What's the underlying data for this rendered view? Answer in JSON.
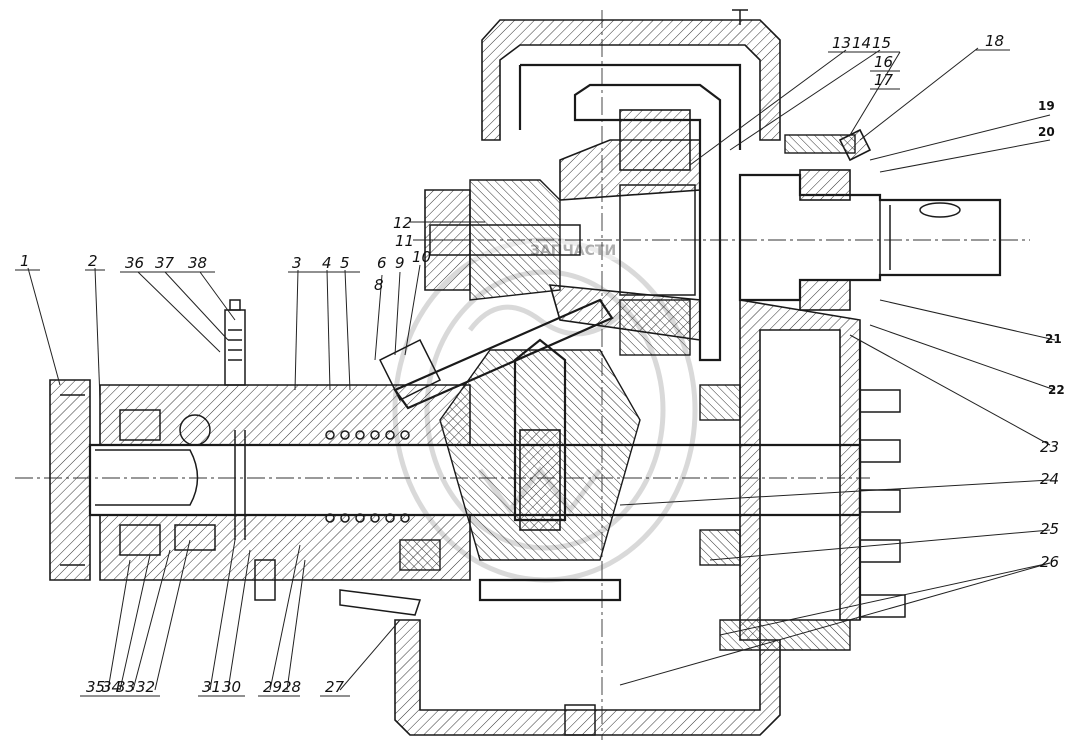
{
  "diagram": {
    "watermark": "ЗАПЧАСТИ",
    "callouts": [
      {
        "id": "c1",
        "text": "1"
      },
      {
        "id": "c2",
        "text": "2"
      },
      {
        "id": "c3",
        "text": "3"
      },
      {
        "id": "c4",
        "text": "4"
      },
      {
        "id": "c5",
        "text": "5"
      },
      {
        "id": "c6",
        "text": "6"
      },
      {
        "id": "c8",
        "text": "8"
      },
      {
        "id": "c9",
        "text": "9"
      },
      {
        "id": "c10",
        "text": "10"
      },
      {
        "id": "c11",
        "text": "11"
      },
      {
        "id": "c12",
        "text": "12"
      },
      {
        "id": "c13",
        "text": "13"
      },
      {
        "id": "c14",
        "text": "14"
      },
      {
        "id": "c15",
        "text": "15"
      },
      {
        "id": "c16",
        "text": "16"
      },
      {
        "id": "c17",
        "text": "17"
      },
      {
        "id": "c18",
        "text": "18"
      },
      {
        "id": "c19",
        "text": "19"
      },
      {
        "id": "c20",
        "text": "20"
      },
      {
        "id": "c21",
        "text": "21"
      },
      {
        "id": "c22",
        "text": "22"
      },
      {
        "id": "c23",
        "text": "23"
      },
      {
        "id": "c24",
        "text": "24"
      },
      {
        "id": "c25",
        "text": "25"
      },
      {
        "id": "c26",
        "text": "26"
      },
      {
        "id": "c27",
        "text": "27"
      },
      {
        "id": "c28",
        "text": "28"
      },
      {
        "id": "c29",
        "text": "29"
      },
      {
        "id": "c30",
        "text": "30"
      },
      {
        "id": "c31",
        "text": "31"
      },
      {
        "id": "c32",
        "text": "32"
      },
      {
        "id": "c33",
        "text": "33"
      },
      {
        "id": "c34",
        "text": "34"
      },
      {
        "id": "c35",
        "text": "35"
      },
      {
        "id": "c36",
        "text": "36"
      },
      {
        "id": "c37",
        "text": "37"
      },
      {
        "id": "c38",
        "text": "38"
      }
    ]
  }
}
